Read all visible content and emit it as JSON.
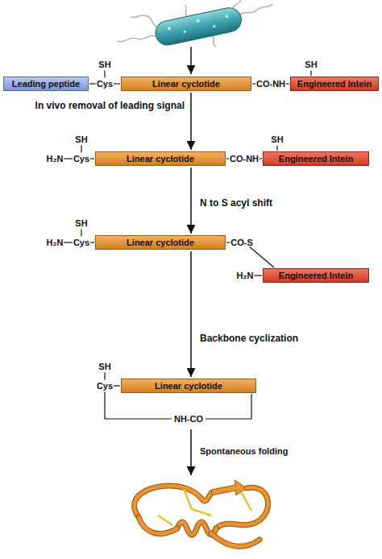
{
  "diagram": {
    "nodes": [
      {
        "text": [
          "Leading peptide"
        ]
      },
      {
        "text": [
          "Linear cyclotide"
        ]
      },
      {
        "text": [
          "Engineered Intein"
        ]
      },
      {
        "text": [
          "Linear cyclotide"
        ]
      },
      {
        "text": [
          "Engineered Intein"
        ]
      },
      {
        "text": [
          "Linear cyclotide"
        ]
      },
      {
        "text": [
          "Engineered Intein"
        ]
      },
      {
        "text": [
          "Linear cyclotide"
        ]
      }
    ],
    "edges": [
      {
        "from": 1,
        "to": 3,
        "arrow": "to",
        "label": "In vivo removal of leading signal"
      },
      {
        "from": 3,
        "to": 5,
        "arrow": "to",
        "label": "N to S acyl shift"
      },
      {
        "from": 5,
        "to": 7,
        "arrow": "to",
        "label": "Backbone cyclization"
      }
    ],
    "labels": [
      "SH",
      "Cys",
      "CO-NH",
      "SH",
      "SH",
      "H₂N",
      "Cys",
      "CO-NH",
      "SH",
      "SH",
      "H₂N",
      "Cys",
      "CO-S",
      "H₂N",
      "SH",
      "Cys",
      "NH-CO",
      "Spontaneous folding"
    ]
  }
}
